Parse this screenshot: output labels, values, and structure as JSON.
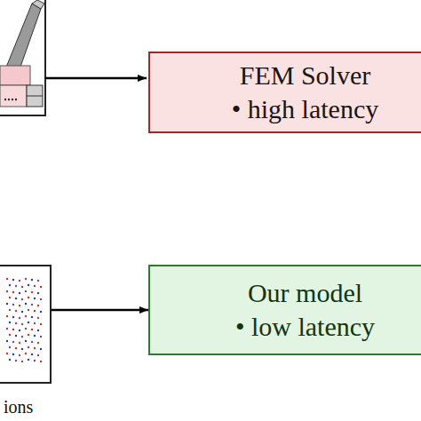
{
  "diagram": {
    "nodes": [
      {
        "text": [
          "FEM Solver",
          "• high latency"
        ]
      },
      {
        "text": [
          "ions"
        ]
      },
      {
        "text": [
          "Our model",
          "• low latency"
        ]
      }
    ],
    "edges": [
      {
        "from": 1,
        "to": 2,
        "arrow": "to"
      }
    ]
  }
}
